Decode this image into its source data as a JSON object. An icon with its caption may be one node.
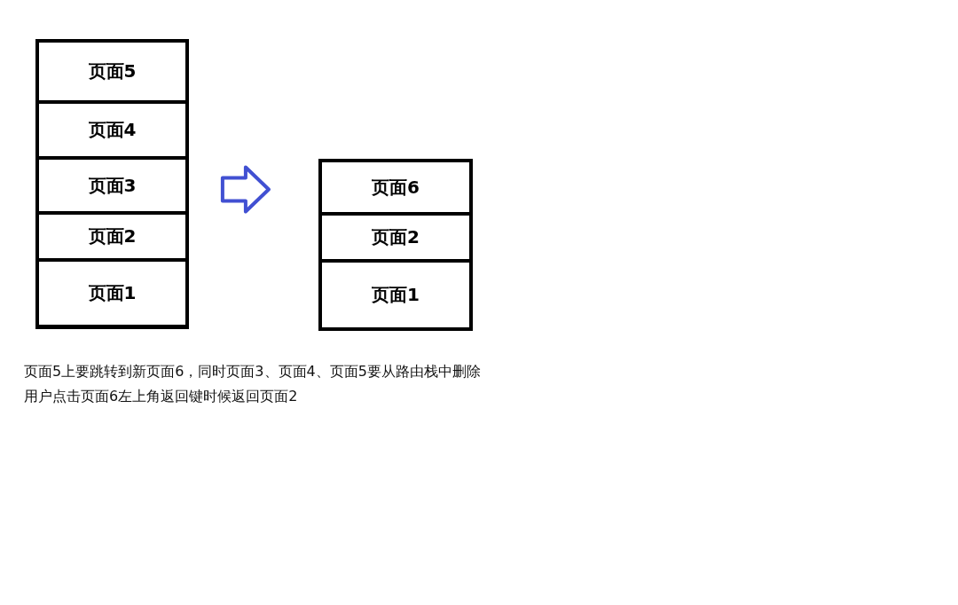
{
  "diagram": {
    "nodes": [
      {
        "text": [],
        "shape": "box"
      },
      {
        "text": [
          "页面5"
        ],
        "in": 0
      },
      {
        "text": [
          "页面4"
        ],
        "in": 0
      },
      {
        "text": [
          "页面3"
        ],
        "in": 0
      },
      {
        "text": [
          "页面2"
        ],
        "in": 0
      },
      {
        "text": [
          "页面1"
        ],
        "in": 0
      },
      {
        "text": [],
        "shape": "box"
      },
      {
        "text": [
          "页面6"
        ],
        "in": 6
      },
      {
        "text": [
          "页面2"
        ],
        "in": 6
      },
      {
        "text": [
          "页面1"
        ],
        "in": 6
      }
    ],
    "edges": [
      {
        "from": 0,
        "to": 6,
        "arrow": "to",
        "color": "#4150d2"
      }
    ],
    "labels": [
      "页面5上要跳转到新页面6，同时页面3、页面4、页面5要从路由栈中删除",
      "用户点击页面6左上角返回键时候返回页面2"
    ]
  }
}
